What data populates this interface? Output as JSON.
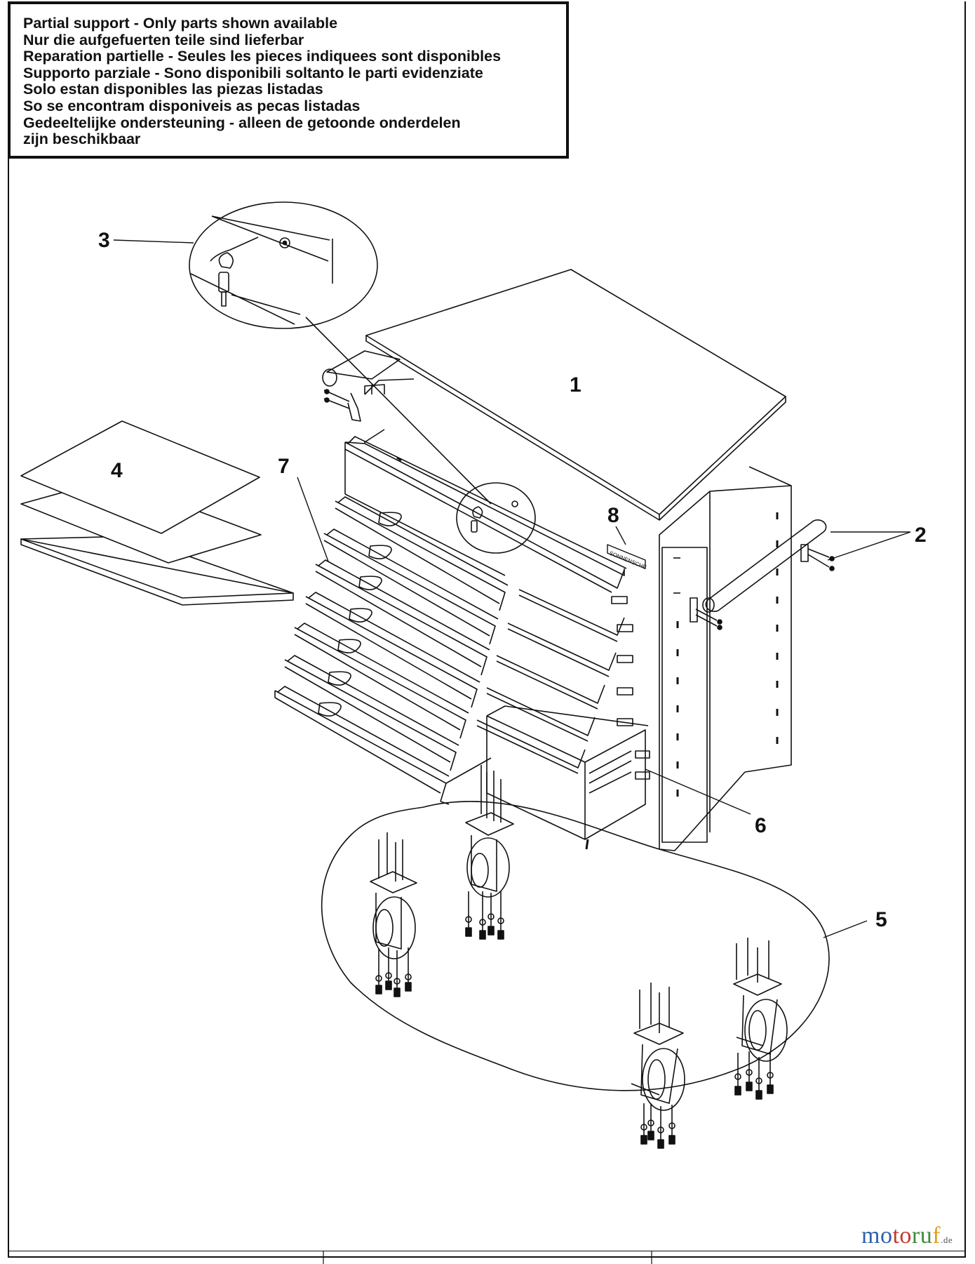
{
  "notice": {
    "lines": [
      "Partial support - Only parts shown available",
      "Nur die aufgefuerten teile sind lieferbar",
      "Reparation partielle - Seules les pieces indiquees sont disponibles",
      "Supporto parziale - Sono disponibili soltanto le parti evidenziate",
      "Solo estan disponibles las piezas listadas",
      "So se encontram disponiveis as pecas listadas",
      "Gedeeltelijke ondersteuning - alleen de getoonde onderdelen",
      "zijn beschikbaar"
    ]
  },
  "callouts": {
    "c1": "1",
    "c2": "2",
    "c3": "3",
    "c4": "4",
    "c5": "5",
    "c6": "6",
    "c7": "7",
    "c8": "8"
  },
  "badge": {
    "text": "SONNENSCHE"
  },
  "watermark": {
    "part1": "mo",
    "part2": "to",
    "part3": "ru",
    "part4": "f",
    "suffix": ".de"
  }
}
